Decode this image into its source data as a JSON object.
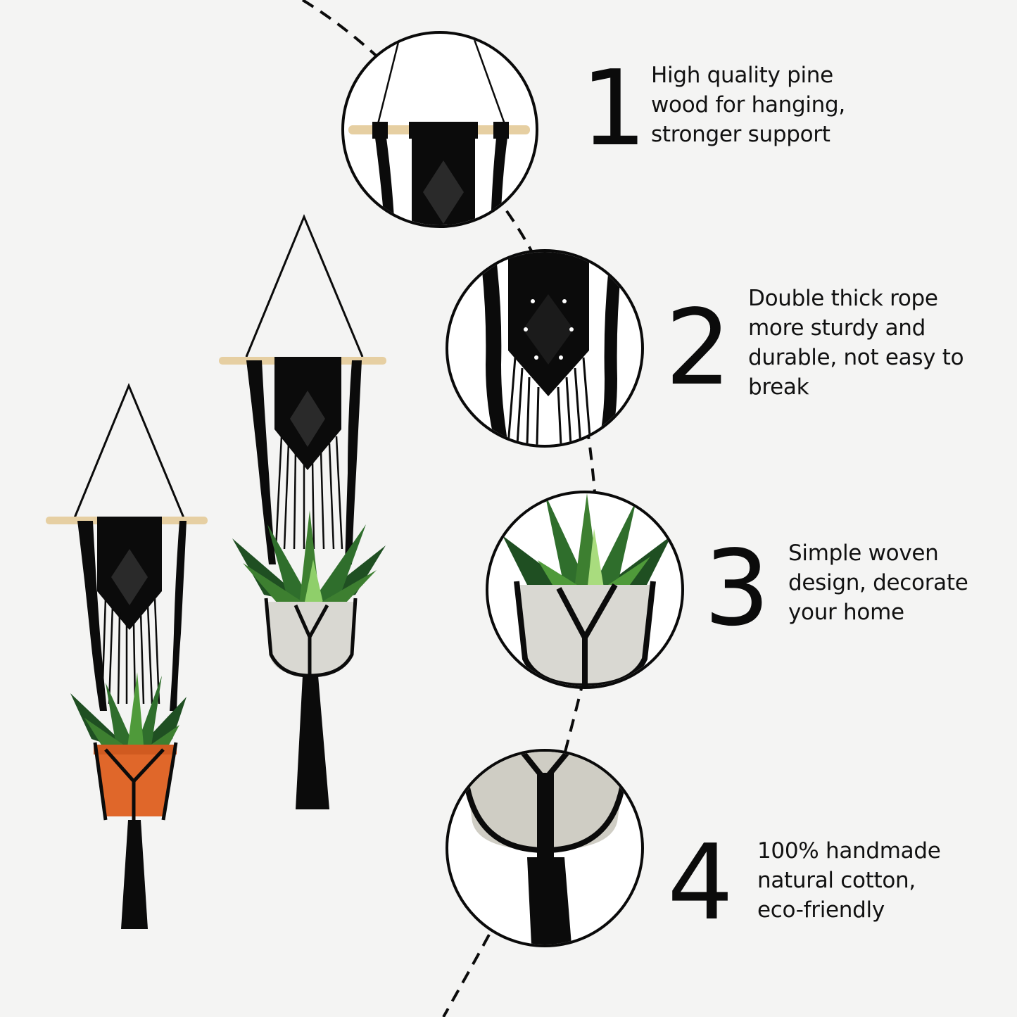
{
  "colors": {
    "background": "#f4f4f3",
    "rope": "#0b0b0b",
    "wood": "#e6cfa2",
    "leaf_dark": "#1f4f22",
    "leaf_light": "#4f9a3a",
    "pot_white": "#d9d8d2",
    "pot_terracotta": "#e0672a"
  },
  "features": [
    {
      "number": "1",
      "text": "High quality pine\nwood for hanging,\nstronger support",
      "detail_image": "wooden-dowel-closeup"
    },
    {
      "number": "2",
      "text": "Double thick rope\nmore sturdy and\ndurable, not easy to\nbreak",
      "detail_image": "woven-pattern-closeup"
    },
    {
      "number": "3",
      "text": "Simple woven\ndesign, decorate\n your home",
      "detail_image": "potted-plant-closeup"
    },
    {
      "number": "4",
      "text": "100% handmade\nnatural cotton,\neco-friendly",
      "detail_image": "tassel-closeup"
    }
  ],
  "products": [
    {
      "name": "hanger-with-terracotta-pot",
      "pot": "terracotta"
    },
    {
      "name": "hanger-with-white-pot",
      "pot": "white"
    }
  ]
}
